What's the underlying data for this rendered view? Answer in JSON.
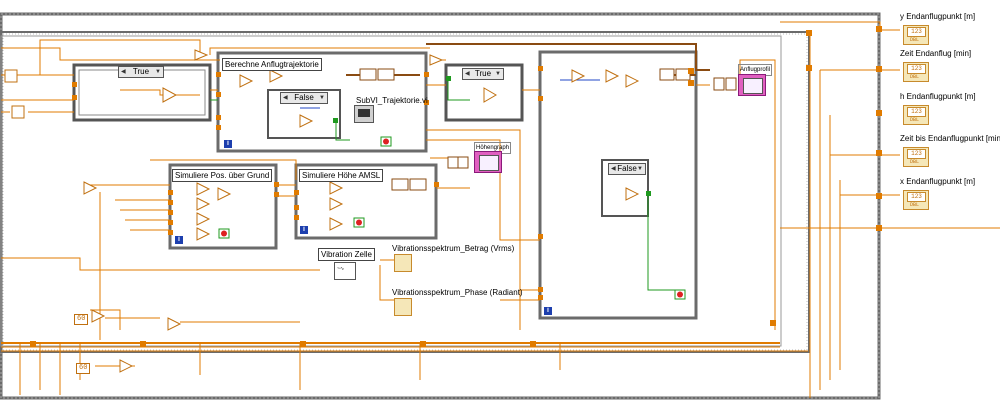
{
  "window": {
    "title": "LabVIEW Block Diagram"
  },
  "structures": {
    "while_loop_main": {
      "info": "i"
    },
    "anflug": {
      "title": "Berechne Anflugtrajektorie",
      "info": "i"
    },
    "grund": {
      "title": "Simuliere Pos. über Grund",
      "info": "i"
    },
    "hoehe": {
      "title": "Simuliere Höhe AMSL",
      "info": "i"
    },
    "outer_right_loop": {
      "info": "i"
    }
  },
  "case_selectors": {
    "left_true": "True",
    "anflug_false": "False",
    "mid_true": "True",
    "right_false": "False"
  },
  "subvis": {
    "trajektorie": "SubVI_Trajektorie.vi",
    "vibration": "Vibration Zelle"
  },
  "graphs": {
    "anflugprofil": "Anflugprofil",
    "hoehengraph": "Höhengraph"
  },
  "spectrum_labels": {
    "betrag": "Vibrationsspektrum_Betrag (Vrms)",
    "phase": "Vibrationsspektrum_Phase (Radiant)"
  },
  "constants": {
    "c1": "60",
    "c2": "60"
  },
  "indicators": [
    {
      "label": "y Endanflugpunkt [m]",
      "display": "123",
      "sub": "DBL"
    },
    {
      "label": "Zeit Endanflug [min]",
      "display": "123",
      "sub": "DBL"
    },
    {
      "label": "h Endanflugpunkt [m]",
      "display": "123",
      "sub": "DBL"
    },
    {
      "label": "Zeit bis Endanflugpunkt [min]",
      "display": "123",
      "sub": "DBL"
    },
    {
      "label": "x Endanflugpunkt [m]",
      "display": "123",
      "sub": "DBL"
    }
  ],
  "colors": {
    "orange_wire": "#e07b00",
    "brown_wire": "#8a4b12",
    "green_wire": "#1f9a1f",
    "blue_wire": "#2147c7",
    "structure_gray": "#6b6b6b"
  }
}
